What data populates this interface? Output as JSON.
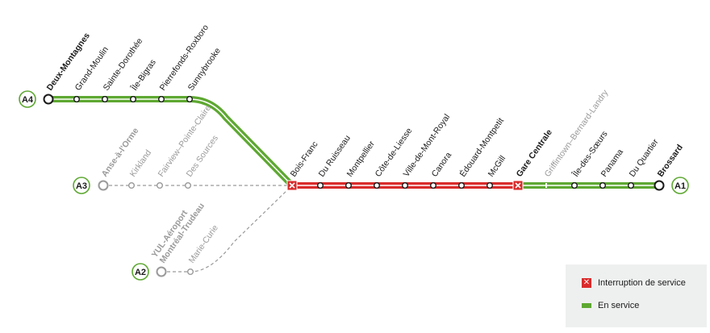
{
  "colors": {
    "service": "#5ea832",
    "interruption": "#d92b2b",
    "inactive": "#9a9a9a",
    "dark": "#1a1a1a"
  },
  "terminus_badges": {
    "a4": "A4",
    "a3": "A3",
    "a2": "A2",
    "a1": "A1"
  },
  "lines": {
    "a4_branch": [
      "Deux-Montagnes",
      "Grand-Moulin",
      "Sainte-Dorothée",
      "Île-Bigras",
      "Pierrefonds-Roxboro",
      "Sunnybrooke"
    ],
    "a3_branch": [
      "Anse-à-l'Orme",
      "Kirkland",
      "Fairview–Pointe-Claire",
      "Des Sources"
    ],
    "a2_branch": [
      "YUL-Aéroport\nMontréal-Trudeau",
      "Marie-Curie"
    ],
    "trunk_interrupted": [
      "Bois-Franc",
      "Du Ruisseau",
      "Montpellier",
      "Côte-de-Liesse",
      "Ville-de-Mont-Royal",
      "Canora",
      "Édouard-Montpetit",
      "McGill",
      "Gare Centrale"
    ],
    "a1_branch": [
      "Griffintown–Bernard-Landry",
      "Île-des-Sœurs",
      "Panama",
      "Du Quartier",
      "Brossard"
    ]
  },
  "legend": {
    "interruption_label": "Interruption de service",
    "in_service_label": "En service",
    "interruption_icon": "close-icon"
  }
}
